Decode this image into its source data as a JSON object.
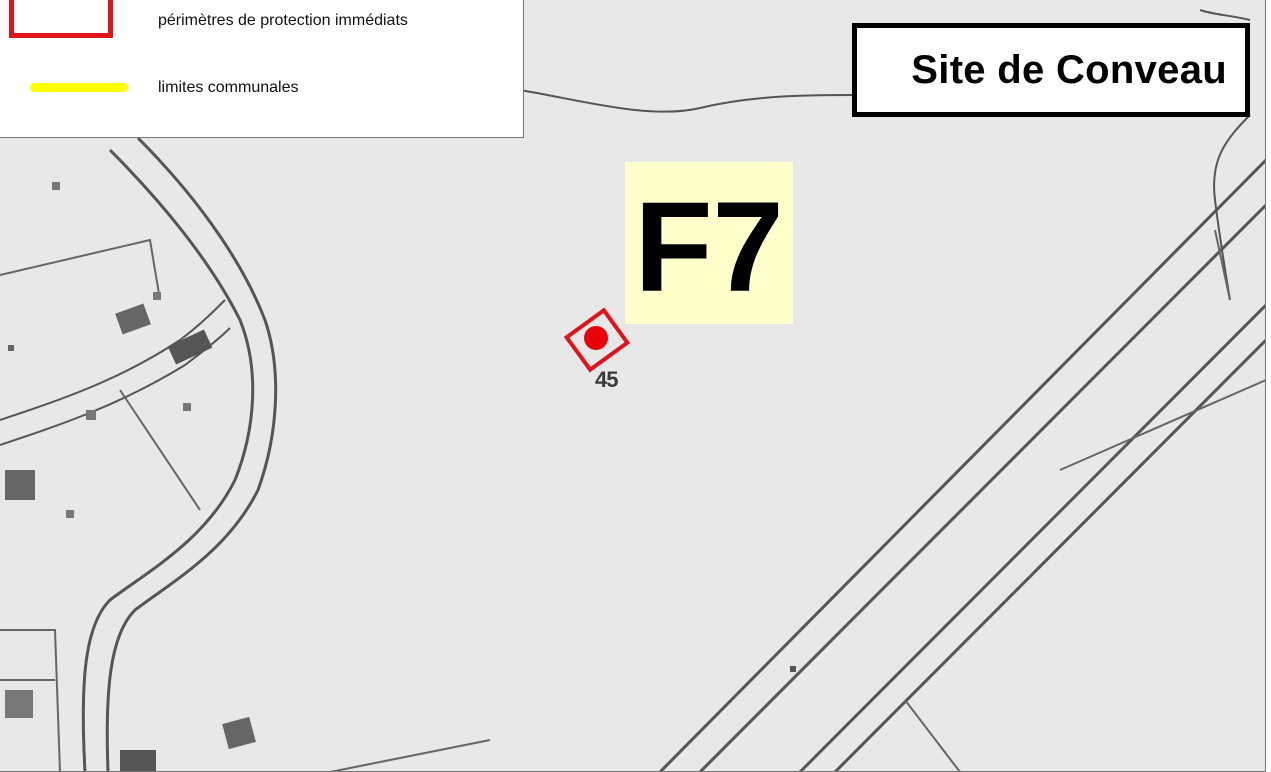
{
  "legend": {
    "items": [
      {
        "label": "périmètres de protection immédiats",
        "symbol": "red-rectangle",
        "color": "#e0141b"
      },
      {
        "label": "limites communales",
        "symbol": "yellow-line",
        "color": "#ffff00"
      }
    ]
  },
  "map": {
    "site_title": "Site de Conveau",
    "well_label": "F7",
    "parcel_number": "45",
    "colors": {
      "background": "#e8e8e8",
      "lines": "#555555",
      "perimeter": "#e0141b",
      "well_point": "#e8000b",
      "label_highlight": "#ffffcc"
    }
  }
}
